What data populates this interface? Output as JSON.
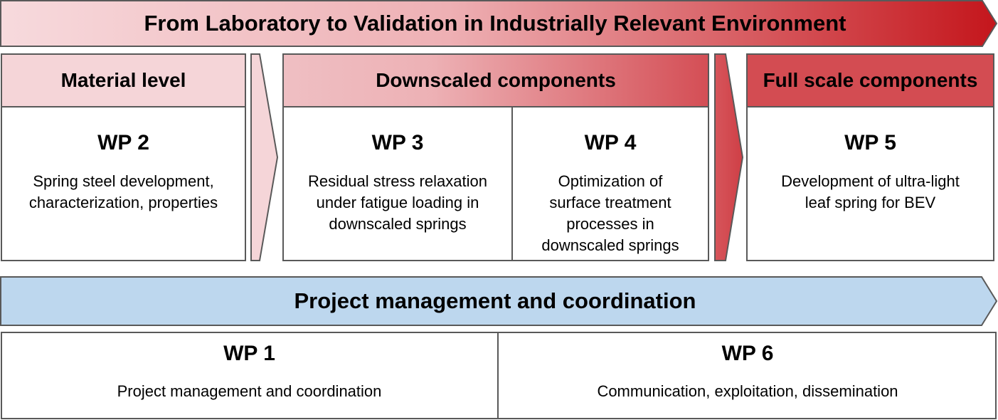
{
  "top_banner": {
    "title": "From Laboratory to Validation in Industrially Relevant Environment"
  },
  "stages": [
    {
      "header": "Material level"
    },
    {
      "header": "Downscaled components"
    },
    {
      "header": "Full scale components"
    }
  ],
  "work_packages": {
    "wp2": {
      "title": "WP 2",
      "description": "Spring steel development,\ncharacterization, properties"
    },
    "wp3": {
      "title": "WP 3",
      "description": "Residual stress relaxation\nunder fatigue loading in\ndownscaled springs"
    },
    "wp4": {
      "title": "WP 4",
      "description": "Optimization of\nsurface treatment\nprocesses in\ndownscaled springs"
    },
    "wp5": {
      "title": "WP 5",
      "description": "Development of ultra-light\nleaf spring for BEV"
    },
    "wp1": {
      "title": "WP 1",
      "description": "Project management and coordination"
    },
    "wp6": {
      "title": "WP 6",
      "description": "Communication, exploitation, dissemination"
    }
  },
  "bottom_banner": {
    "title": "Project management and coordination"
  },
  "colors": {
    "light_pink": "#f5d5d8",
    "mid_red": "#d9595f",
    "dark_red": "#c41e22",
    "light_blue": "#bdd7ee",
    "border": "#595959"
  }
}
